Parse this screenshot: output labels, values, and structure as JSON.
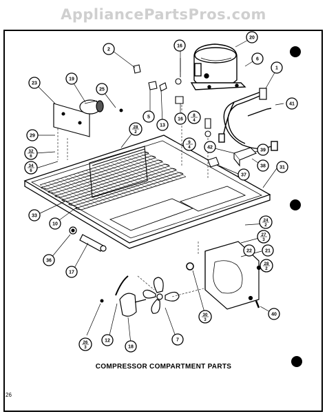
{
  "watermark": "AppliancePartsPros.com",
  "caption": "COMPRESSOR COMPARTMENT PARTS",
  "page_number": "26",
  "callouts": [
    {
      "id": "c1",
      "label": "1"
    },
    {
      "id": "c2",
      "label": "2"
    },
    {
      "id": "c5",
      "label": "5"
    },
    {
      "id": "c6",
      "label": "6"
    },
    {
      "id": "c7",
      "label": "7"
    },
    {
      "id": "c8_4",
      "label": "8",
      "sub": "4"
    },
    {
      "id": "c9_4",
      "label": "9",
      "sub": "4"
    },
    {
      "id": "c10",
      "label": "10"
    },
    {
      "id": "c12",
      "label": "12"
    },
    {
      "id": "c13",
      "label": "13"
    },
    {
      "id": "c16a",
      "label": "16"
    },
    {
      "id": "c16b",
      "label": "16"
    },
    {
      "id": "c17",
      "label": "17"
    },
    {
      "id": "c18",
      "label": "18"
    },
    {
      "id": "c19",
      "label": "19"
    },
    {
      "id": "c20",
      "label": "20"
    },
    {
      "id": "c21",
      "label": "21"
    },
    {
      "id": "c22",
      "label": "22"
    },
    {
      "id": "c23",
      "label": "23"
    },
    {
      "id": "c24_2",
      "label": "24",
      "sub": "2"
    },
    {
      "id": "c25",
      "label": "25"
    },
    {
      "id": "c26_3",
      "label": "26",
      "sub": "3"
    },
    {
      "id": "c27_3",
      "label": "27",
      "sub": "3"
    },
    {
      "id": "c28_2a",
      "label": "28",
      "sub": "2"
    },
    {
      "id": "c28_2b",
      "label": "28",
      "sub": "2"
    },
    {
      "id": "c29",
      "label": "29"
    },
    {
      "id": "c30_3",
      "label": "30",
      "sub": "3"
    },
    {
      "id": "c31",
      "label": "31"
    },
    {
      "id": "c32_6",
      "label": "32",
      "sub": "6"
    },
    {
      "id": "c33",
      "label": "33"
    },
    {
      "id": "c34_6",
      "label": "34",
      "sub": "6"
    },
    {
      "id": "c36",
      "label": "36"
    },
    {
      "id": "c37",
      "label": "37"
    },
    {
      "id": "c38",
      "label": "38"
    },
    {
      "id": "c39",
      "label": "39"
    },
    {
      "id": "c40",
      "label": "40"
    },
    {
      "id": "c41",
      "label": "41"
    },
    {
      "id": "c42",
      "label": "42"
    }
  ]
}
